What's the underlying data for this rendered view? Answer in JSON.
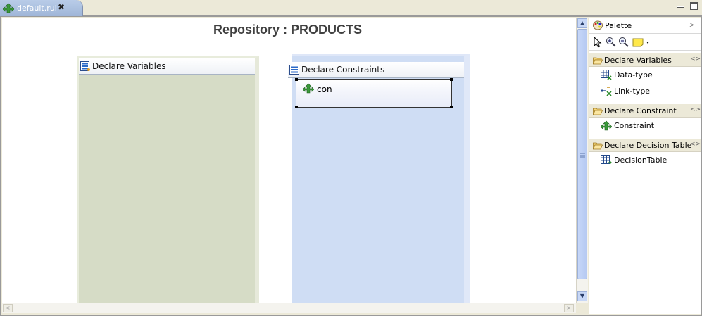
{
  "editor_tab": {
    "label": "default.rul",
    "close_glyph": "✖",
    "icon": "rule-file-icon"
  },
  "window_controls": {
    "minimize_icon": "minimize-icon",
    "maximize_icon": "maximize-icon"
  },
  "diagram": {
    "title": "Repository : PRODUCTS",
    "variables_panel": {
      "label": "Declare Variables"
    },
    "constraints_panel": {
      "label": "Declare Constraints",
      "items": [
        {
          "label": "con",
          "icon": "constraint-icon",
          "selected": true
        }
      ]
    }
  },
  "palette": {
    "title": "Palette",
    "collapse_glyph": "▷",
    "tools": [
      {
        "name": "select-tool",
        "icon": "arrow-cursor-icon"
      },
      {
        "name": "zoom-in-tool",
        "icon": "zoom-in-icon"
      },
      {
        "name": "zoom-out-tool",
        "icon": "zoom-out-icon"
      },
      {
        "name": "note-tool",
        "icon": "note-icon"
      }
    ],
    "drawers": [
      {
        "label": "Declare Variables",
        "pin": "<>",
        "entries": [
          {
            "label": "Data-type",
            "icon": "data-type-icon"
          },
          {
            "label": "Link-type",
            "icon": "link-type-icon"
          }
        ]
      },
      {
        "label": "Declare Constraint",
        "pin": "<>",
        "entries": [
          {
            "label": "Constraint",
            "icon": "constraint-icon"
          }
        ]
      },
      {
        "label": "Declare Decision Table",
        "pin": "<>",
        "entries": [
          {
            "label": "DecisionTable",
            "icon": "decision-table-icon"
          }
        ]
      }
    ]
  },
  "scrollbars": {
    "up_glyph": "▲",
    "down_glyph": "▼",
    "left_glyph": "<",
    "right_glyph": ">"
  },
  "colors": {
    "variables_panel_bg": "#d6dcc6",
    "constraints_panel_bg": "#cfddf4",
    "tab_bg": "#a8bfe0"
  }
}
